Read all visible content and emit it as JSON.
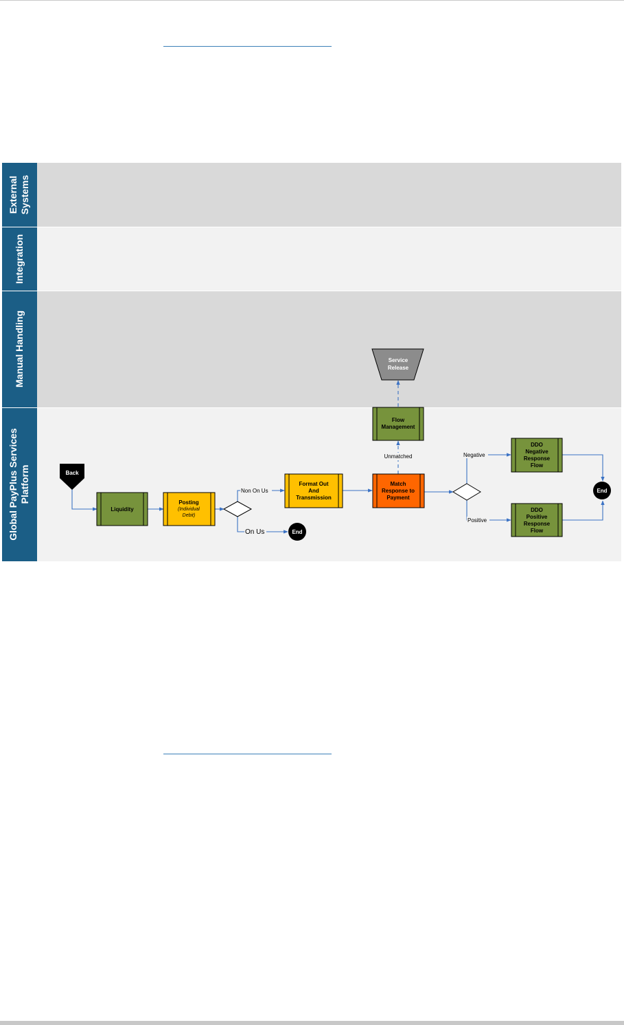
{
  "lanes": [
    {
      "label_1": "External",
      "label_2": "Systems"
    },
    {
      "label_1": "Integration",
      "label_2": ""
    },
    {
      "label_1": "Manual Handling",
      "label_2": ""
    },
    {
      "label_1": "Global PayPlus Services",
      "label_2": "Platform"
    }
  ],
  "nodes": {
    "back": "Back",
    "liquidity": "Liquidity",
    "posting": {
      "line1": "Posting",
      "line2": "(Individual",
      "line3": "Debit)"
    },
    "format_out": {
      "line1": "Format Out",
      "line2": "And",
      "line3": "Transmission"
    },
    "match": {
      "line1": "Match",
      "line2": "Response to",
      "line3": "Payment"
    },
    "flow_mgmt": {
      "line1": "Flow",
      "line2": "Management"
    },
    "service_release": {
      "line1": "Service",
      "line2": "Release"
    },
    "ddo_negative": {
      "line1": "DDO",
      "line2": "Negative",
      "line3": "Response",
      "line4": "Flow"
    },
    "ddo_positive": {
      "line1": "DDO",
      "line2": "Positive",
      "line3": "Response",
      "line4": "Flow"
    },
    "end_1": "End",
    "end_2": "End"
  },
  "edges": {
    "non_on_us": "Non On Us",
    "on_us": "On Us",
    "unmatched": "Unmatched",
    "negative": "Negative",
    "positive": "Positive"
  },
  "colors": {
    "lane_header": "#1b5e86",
    "lane_external": "#d9d9d9",
    "lane_integration": "#f2f2f2",
    "lane_manual": "#d9d9d9",
    "lane_platform": "#f2f2f2",
    "green_box": "#77933c",
    "yellow_box": "#ffc000",
    "orange_box": "#ff6600",
    "gray_trapezoid": "#8c8c8c",
    "flow_line": "#3b72c4"
  }
}
